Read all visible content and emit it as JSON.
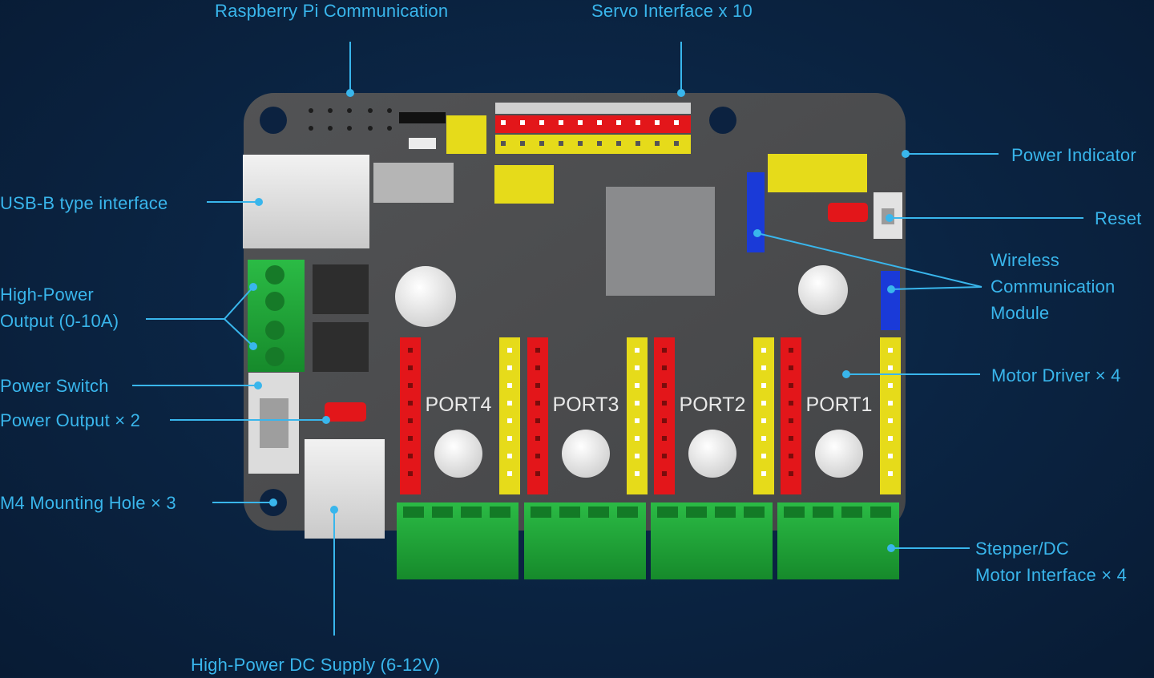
{
  "labels": {
    "rpi": "Raspberry Pi Communication",
    "servo": "Servo Interface x 10",
    "power_indicator": "Power Indicator",
    "usb": "USB-B type interface",
    "reset": "Reset",
    "high_power_output": [
      "High-Power",
      "Output (0-10A)"
    ],
    "wireless": [
      "Wireless",
      "Communication",
      "Module"
    ],
    "motor_driver": "Motor Driver × 4",
    "power_switch": "Power Switch",
    "power_output": "Power Output × 2",
    "mounting_hole": "M4 Mounting Hole × 3",
    "stepper": [
      "Stepper/DC",
      "Motor Interface × 4"
    ],
    "dc_supply": "High-Power DC Supply (6-12V)"
  },
  "ports": [
    "PORT4",
    "PORT3",
    "PORT2",
    "PORT1"
  ],
  "colors": {
    "background": "#0b2544",
    "accent": "#39b6ec",
    "pcb": "#4a4b4d",
    "header_red": "#e3161a",
    "header_yellow": "#e6db1a",
    "header_blue": "#1a3ad8",
    "terminal_green": "#1fa637"
  }
}
